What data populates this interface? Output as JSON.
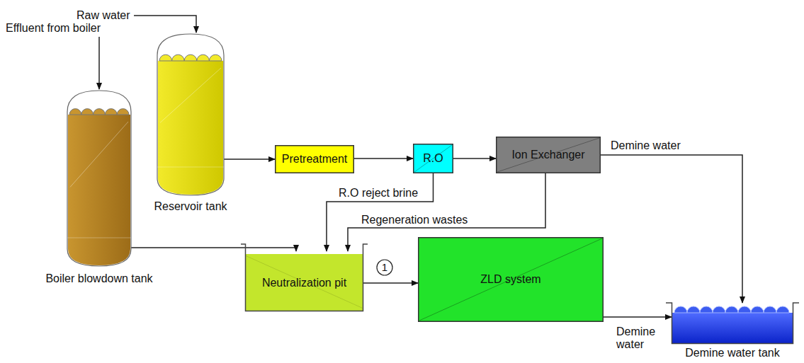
{
  "diagram": {
    "nodes": [
      {
        "text": [
          "Reservoir tank"
        ]
      },
      {
        "text": [
          "Boiler blowdown tank"
        ]
      },
      {
        "text": [
          "Pretreatment"
        ]
      },
      {
        "text": [
          "R.O"
        ]
      },
      {
        "text": [
          "Ion Exchanger"
        ]
      },
      {
        "text": [
          "Neutralization pit"
        ]
      },
      {
        "text": [
          "ZLD system"
        ]
      },
      {
        "text": [
          "Demine water tank"
        ]
      }
    ],
    "edges": [
      {
        "from": 0,
        "to": 2,
        "arrow": "to"
      },
      {
        "from": 2,
        "to": 3,
        "arrow": "to"
      },
      {
        "from": 3,
        "to": 4,
        "arrow": "to"
      },
      {
        "from": 4,
        "to": 7,
        "label": "Demine water",
        "arrow": "to"
      },
      {
        "from": 3,
        "to": 5,
        "label": "R.O reject brine",
        "arrow": "to"
      },
      {
        "from": 4,
        "to": 5,
        "label": "Regeneration wastes",
        "arrow": "to"
      },
      {
        "from": 1,
        "to": 5,
        "arrow": "to"
      },
      {
        "from": 5,
        "to": 6,
        "arrow": "to"
      },
      {
        "from": 6,
        "to": 7,
        "label": "Demine water",
        "arrow": "to"
      }
    ],
    "labels": [
      "Raw water",
      "Effluent from boiler",
      "1"
    ]
  }
}
